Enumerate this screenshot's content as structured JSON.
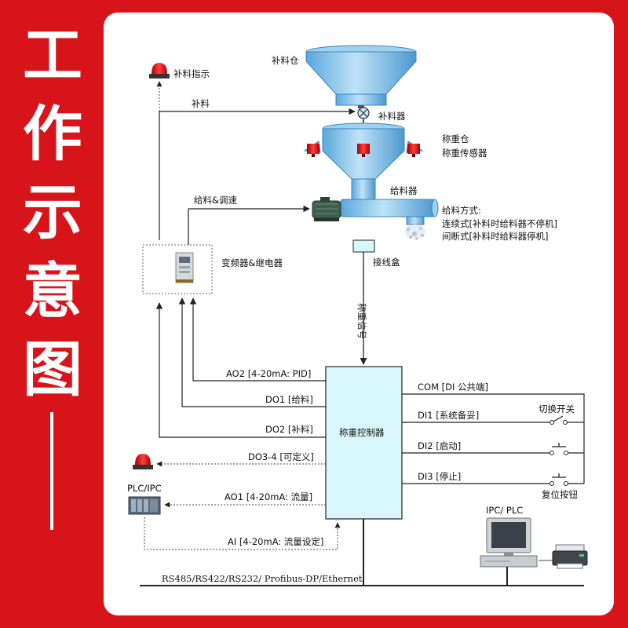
{
  "title_chars": [
    "工",
    "作",
    "示",
    "意",
    "图"
  ],
  "labels": {
    "refill_bin": "补料仓",
    "refill_indicator": "补料指示",
    "refill_line": "补料",
    "refill_feeder": "补料器",
    "weigh_bin": "称重仓",
    "weigh_sensor": "称重传感器",
    "feeder": "给料器",
    "feed_speed": "给料&调速",
    "feed_mode_title": "给料方式:",
    "feed_mode_1": "连续式[补料时给料器不停机]",
    "feed_mode_2": "间断式[补料时给料器停机]",
    "junction_box": "接线盒",
    "vfd_relay": "变频器&继电器",
    "weigh_signal": "称重信号",
    "controller": "称重控制器",
    "ao2": "AO2  [4-20mA:  PID]",
    "do1": "DO1  [给料]",
    "do2": "DO2  [补料]",
    "do34": "DO3-4  [可定义]",
    "ao1": "AO1  [4-20mA:  流量]",
    "ai": "AI  [4-20mA:  流量设定]",
    "plc_ipc": "PLC/IPC",
    "com": "COM  [DI 公共端]",
    "di1": "DI1  [系统备妥]",
    "di2": "DI2  [启动]",
    "di3": "DI3  [停止]",
    "switch": "切换开关",
    "reset_button": "复位按钮",
    "ipc_plc": "IPC/  PLC",
    "bus": "RS485/RS422/RS232/  Profibus-DP/Ethernet"
  },
  "colors": {
    "background_red": "#d8141b",
    "hopper_blue": "#7fbfe8",
    "controller_fill": "#d9f6fb",
    "indicator_red": "#e01818"
  }
}
